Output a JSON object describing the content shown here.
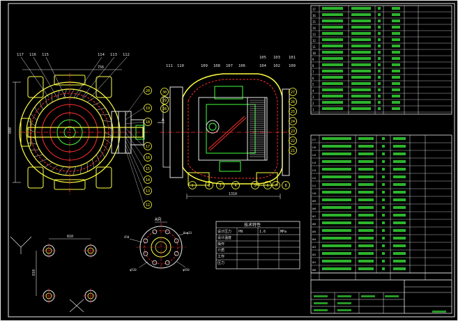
{
  "colors": {
    "background": "#000000",
    "frame": "#e8e8e8",
    "yellow": "#ffff40",
    "red": "#ff3030",
    "green": "#40ff40",
    "cyan": "#40ffff"
  },
  "left_view_labels": [
    "117",
    "116",
    "115",
    "114",
    "113",
    "112"
  ],
  "left_view_callouts": [
    "20",
    "19",
    "18",
    "17",
    "16",
    "15",
    "14",
    "13",
    "12"
  ],
  "right_view_top_labels": [
    "111",
    "110",
    "109",
    "108",
    "107",
    "106",
    "105",
    "104",
    "103",
    "102",
    "101",
    "100"
  ],
  "right_view_left_callouts": [
    "30",
    "29",
    "28"
  ],
  "right_view_right_callouts": [
    "27",
    "26",
    "25",
    "24",
    "23",
    "22",
    "21"
  ],
  "right_view_bottom_callouts": [
    "1",
    "2",
    "3",
    "4",
    "5",
    "6",
    "7",
    "8"
  ],
  "dim_top": "756",
  "dim_left": "880",
  "dim_bottom": "1310",
  "section_mark": "A",
  "view_label": "A向",
  "flange_label_tl": "450",
  "flange_label_tr": "8×φ33",
  "flange_label_bl": "φ520",
  "flange_label_br": "φ450",
  "bolt_dim_h": "810",
  "bolt_dim_v": "810",
  "tech_table": {
    "title": "技术特性",
    "rows": [
      [
        "设计压力",
        "PN",
        "1.6",
        "MPa"
      ],
      [
        "设计温度",
        "",
        "",
        ""
      ],
      [
        "操作",
        "",
        "",
        ""
      ],
      [
        "介质",
        "",
        "",
        ""
      ],
      [
        "工作",
        "",
        "",
        ""
      ],
      [
        "压力",
        "",
        "",
        ""
      ]
    ]
  },
  "bom_top_rows": [
    "17",
    "16",
    "15",
    "14",
    "13",
    "12",
    "11",
    "10",
    "9",
    "8",
    "7",
    "6",
    "5",
    "4",
    "3",
    "2",
    "1"
  ],
  "bom_bottom_rows": [
    "117",
    "116",
    "115",
    "114",
    "113",
    "112",
    "111",
    "110",
    "109",
    "108",
    "107",
    "106",
    "105",
    "104",
    "103",
    "102",
    "101",
    "100"
  ]
}
